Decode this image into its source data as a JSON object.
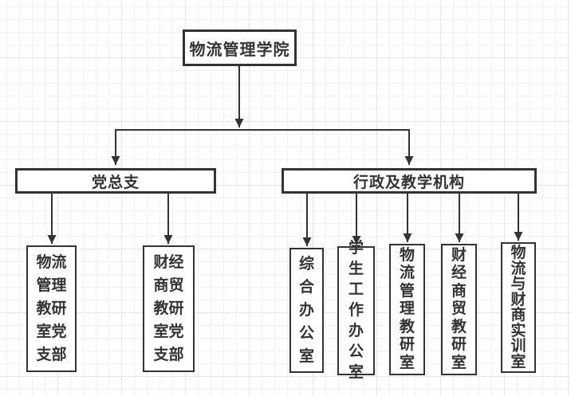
{
  "style": {
    "stroke_color": "#333333",
    "text_color": "#333333",
    "node_fill": "#ffffff",
    "grid_minor_color": "#f1f1f1",
    "grid_major_color": "#e4e4e4"
  },
  "org_chart": {
    "root": {
      "label": "物流管理学院"
    },
    "branches": [
      {
        "label": "党总支",
        "children": [
          {
            "label": "物流管理教研室党支部",
            "chars_per_line": 2
          },
          {
            "label": "财经商贸教研室党支部",
            "chars_per_line": 2
          }
        ]
      },
      {
        "label": "行政及教学机构",
        "children": [
          {
            "label": "综合办公室",
            "chars_per_line": 1
          },
          {
            "label": "学生工作办公室",
            "chars_per_line": 1
          },
          {
            "label": "物流管理教研室",
            "chars_per_line": 1
          },
          {
            "label": "财经商贸教研室",
            "chars_per_line": 1
          },
          {
            "label": "物流与财商实训室",
            "chars_per_line": 1
          }
        ]
      }
    ]
  }
}
